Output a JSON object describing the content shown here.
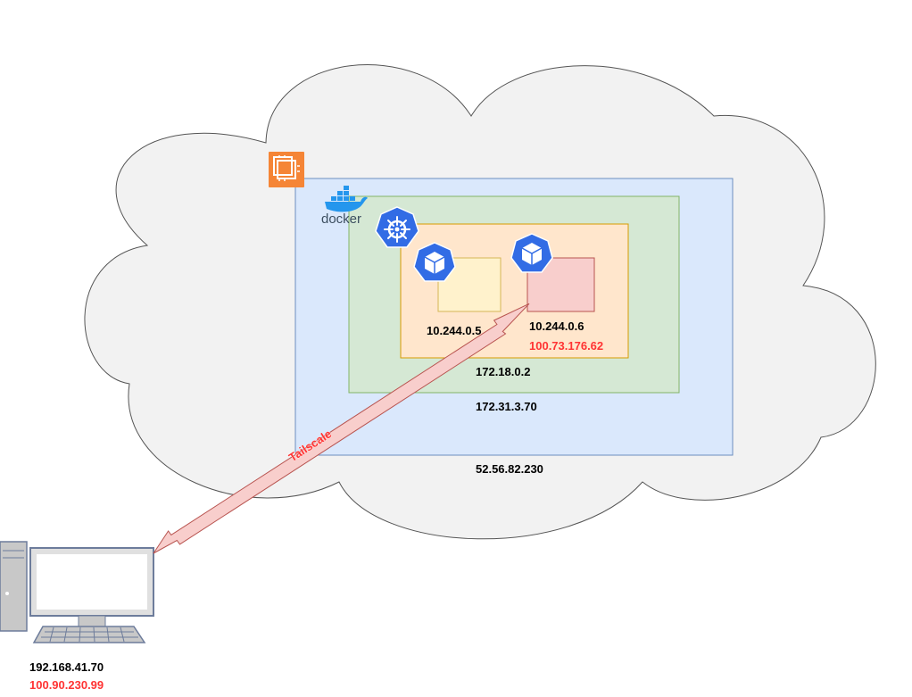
{
  "diagram": {
    "cloud": {
      "ip": "52.56.82.230"
    },
    "ec2_instance": {
      "icon": "ec2-instance-icon",
      "ip": "172.31.3.70"
    },
    "docker": {
      "icon": "docker-icon",
      "logo_text": "docker",
      "ip": "172.18.0.2"
    },
    "kubernetes": {
      "icon": "kubernetes-helm-icon"
    },
    "pod_left": {
      "icon": "k8s-pod-icon",
      "ip": "10.244.0.5"
    },
    "pod_right": {
      "icon": "k8s-pod-icon",
      "ip": "10.244.0.6",
      "tailscale_ip": "100.73.176.62"
    },
    "connection": {
      "label": "Tailscale"
    },
    "client": {
      "icon": "desktop-computer-icon",
      "ip": "192.168.41.70",
      "tailscale_ip": "100.90.230.99"
    },
    "colors": {
      "accent_red": "#ff3333",
      "ec2_orange": "#f58536",
      "k8s_blue": "#326ce5",
      "docker_blue": "#2496ed"
    }
  }
}
